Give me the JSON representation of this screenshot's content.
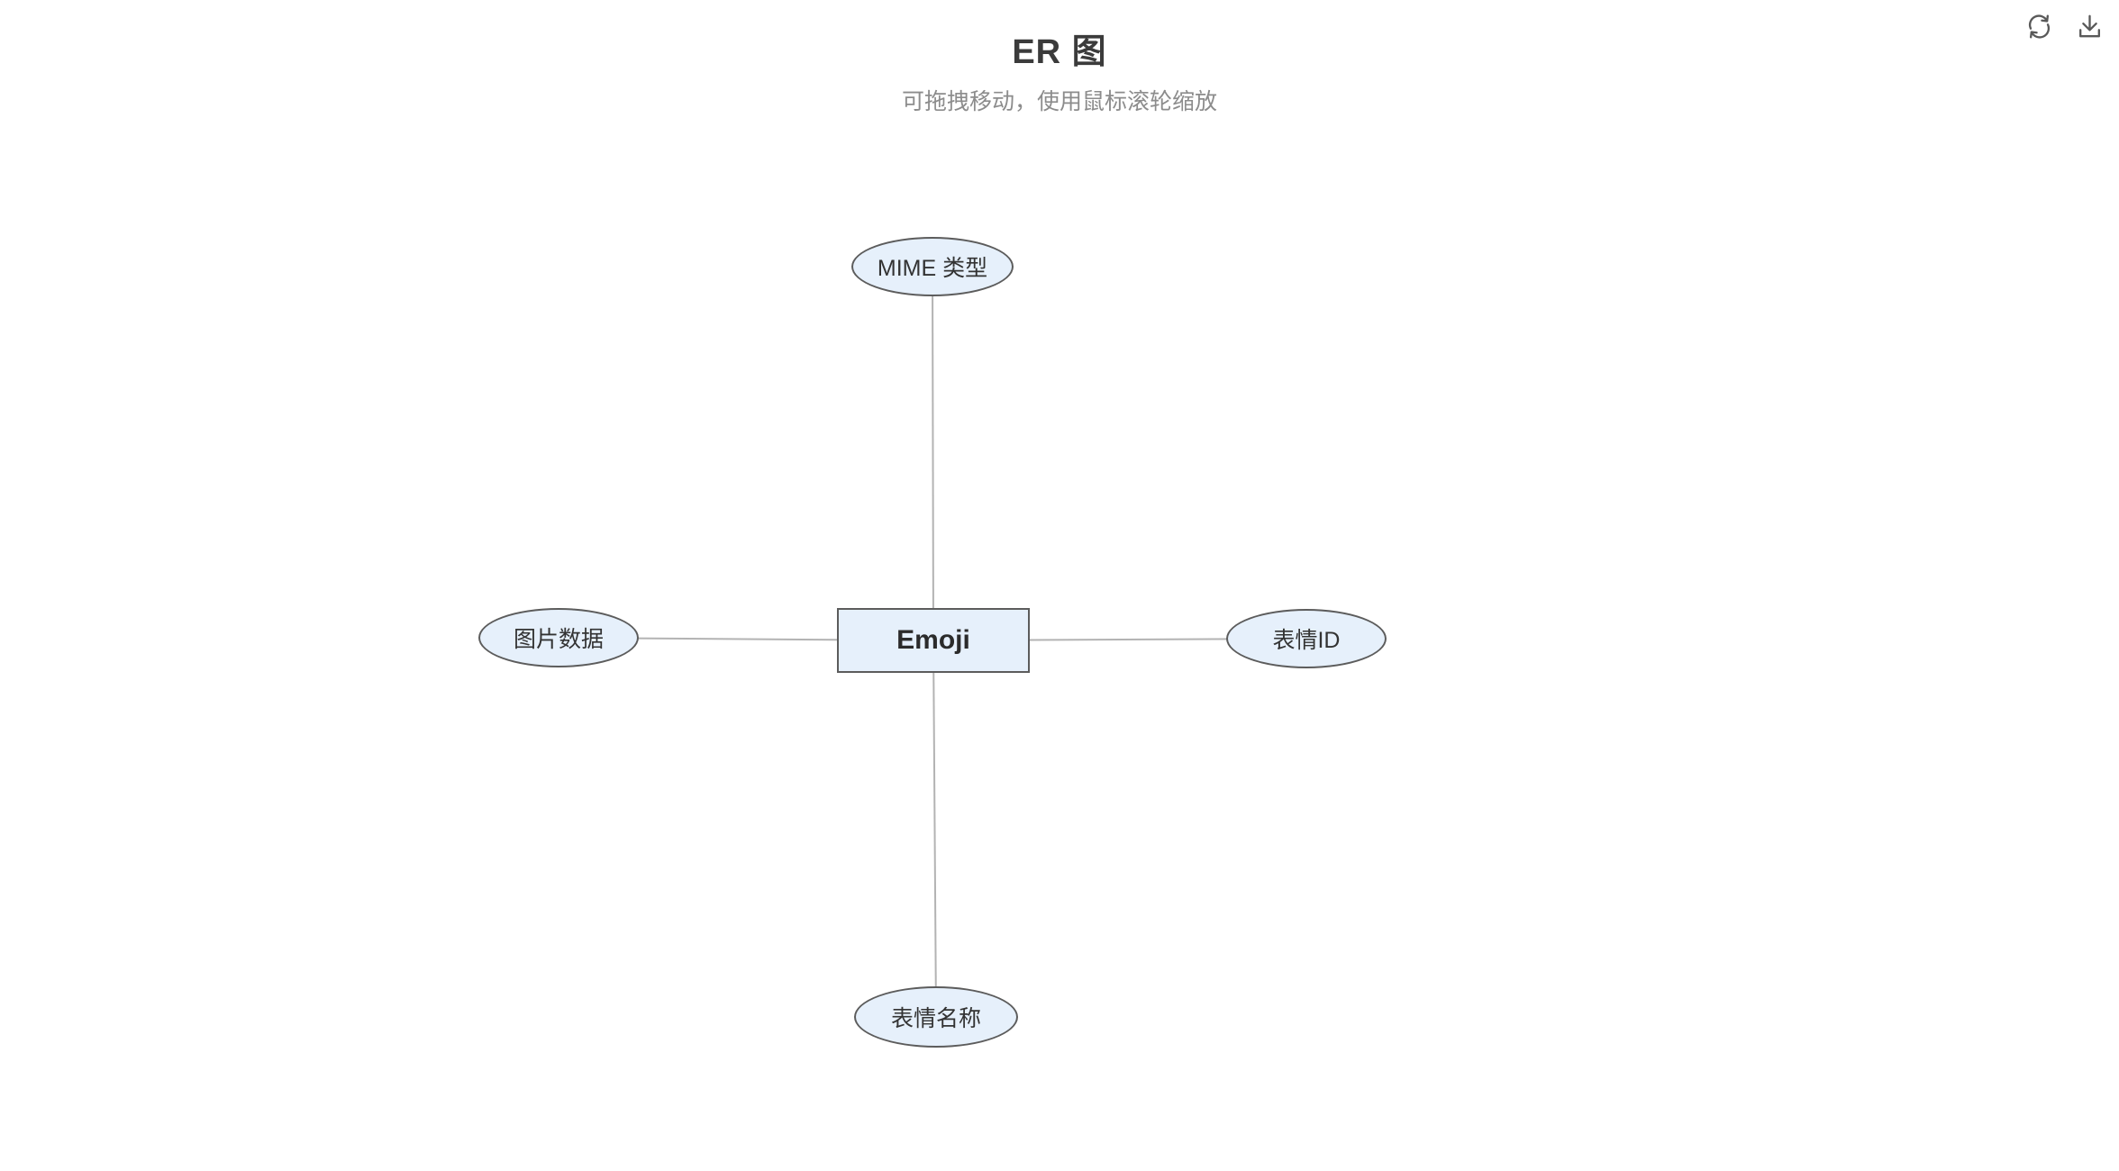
{
  "header": {
    "title": "ER 图",
    "subtitle": "可拖拽移动，使用鼠标滚轮缩放"
  },
  "toolbar": {
    "icons": [
      {
        "name": "refresh-icon"
      },
      {
        "name": "download-icon"
      }
    ]
  },
  "diagram": {
    "entity": {
      "label": "Emoji",
      "shape": "rectangle"
    },
    "attributes": [
      {
        "id": "mime-type",
        "label": "MIME 类型",
        "position": "top",
        "shape": "ellipse"
      },
      {
        "id": "image-data",
        "label": "图片数据",
        "position": "left",
        "shape": "ellipse"
      },
      {
        "id": "emoji-id",
        "label": "表情ID",
        "position": "right",
        "shape": "ellipse"
      },
      {
        "id": "emoji-name",
        "label": "表情名称",
        "position": "bottom",
        "shape": "ellipse"
      }
    ],
    "edges": [
      {
        "from": "Emoji",
        "to": "MIME 类型"
      },
      {
        "from": "Emoji",
        "to": "图片数据"
      },
      {
        "from": "Emoji",
        "to": "表情ID"
      },
      {
        "from": "Emoji",
        "to": "表情名称"
      }
    ]
  },
  "colors": {
    "background": "#ffffff",
    "node_fill": "#e6f0fb",
    "node_border": "#5c5c5c",
    "edge_line": "#b3b3b3",
    "title_text": "#3b3b3b",
    "subtitle_text": "#8c8c8c",
    "icon": "#595959"
  }
}
